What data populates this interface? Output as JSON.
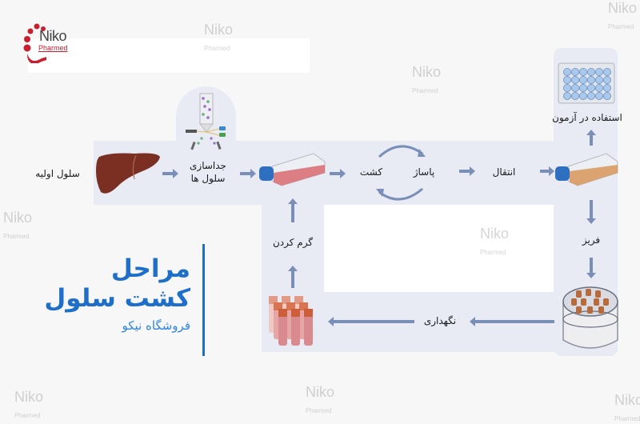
{
  "brand": {
    "logo_main": "Niko",
    "logo_sub": "Pharmed",
    "logo_color": "#c8202f"
  },
  "watermark": {
    "main": "Niko",
    "sub": "Pharmed"
  },
  "title": {
    "line1": "مراحل",
    "line2": "کشت سلول",
    "subtitle": "فروشگاه نیکو",
    "color": "#1e6fc9"
  },
  "steps": {
    "primary_cells": "سلول اولیه",
    "cell_separation_l1": "جداسازی",
    "cell_separation_l2": "سلول ها",
    "culture": "کشت",
    "passage": "پاساژ",
    "transfer": "انتقال",
    "use_in_test": "استفاده در آزمون",
    "freeze": "فریز",
    "storage": "نگهداری",
    "warming": "گرم کردن"
  },
  "colors": {
    "band": "#e8ebf4",
    "arrow": "#7a8fb8",
    "background": "#f7f7f8"
  }
}
